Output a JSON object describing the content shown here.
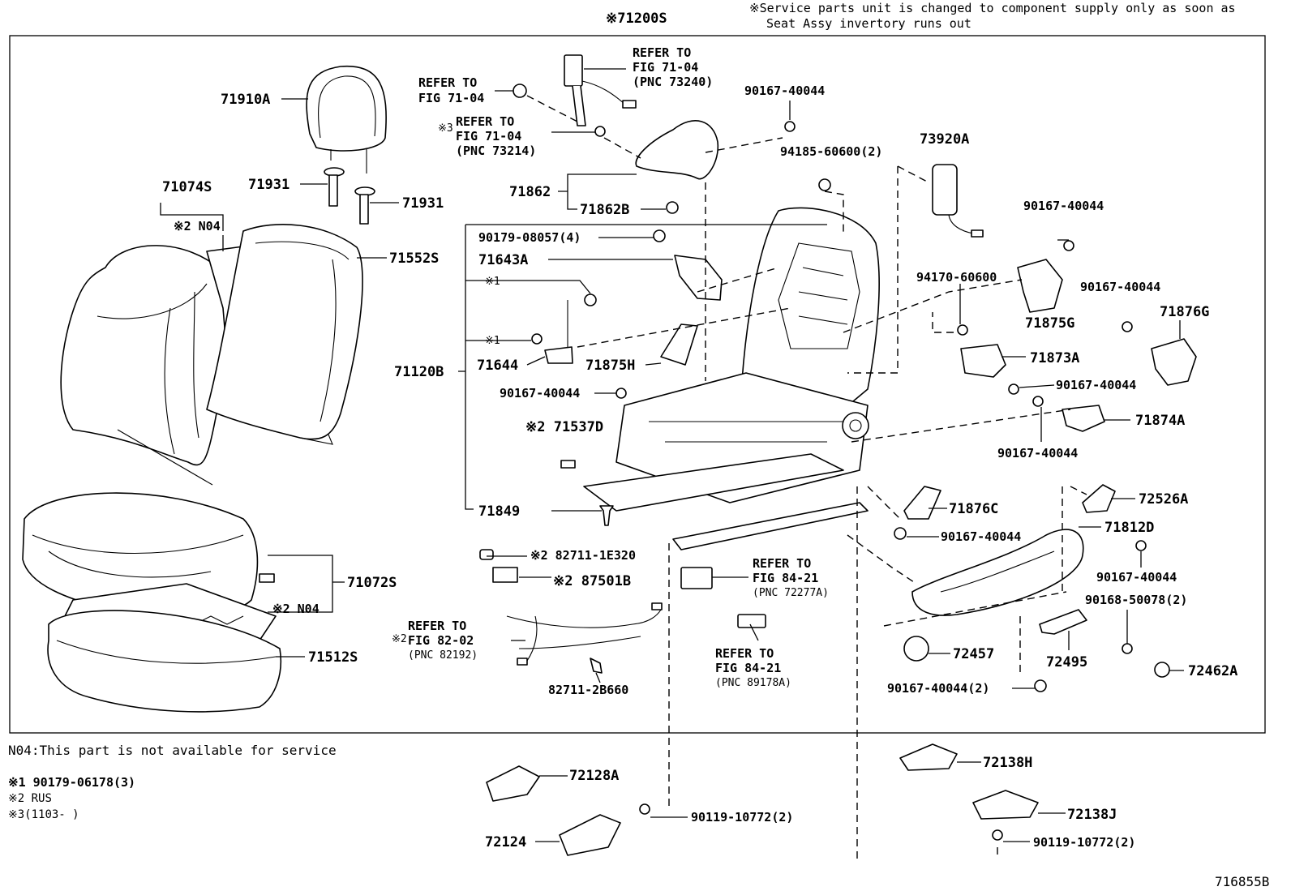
{
  "header": {
    "main_assy": "※71200S",
    "note_line1": "※Service parts unit is changed to component supply only as soon as",
    "note_line2": "Seat Assy invertory runs out"
  },
  "callouts": {
    "p71910A": "71910A",
    "p71931a": "71931",
    "p71931b": "71931",
    "p71074S": "71074S",
    "n04_top": "※2 N04",
    "p71552S": "71552S",
    "p71072S": "71072S",
    "n04_bottom": "※2 N04",
    "p71512S": "71512S",
    "ref_seatbelt_a1": "REFER TO",
    "ref_seatbelt_a2": "FIG 71-04",
    "ref_seatbelt_a3": "(PNC 73240)",
    "ref_nut_1": "REFER TO",
    "ref_nut_2": "FIG 71-04",
    "ref_bolt_mark": "※3",
    "ref_bolt_1": "REFER TO",
    "ref_bolt_2": "FIG 71-04",
    "ref_bolt_3": "(PNC 73214)",
    "p71862": "71862",
    "p71862B": "71862B",
    "p90179_08057": "90179-08057(4)",
    "p71643A": "71643A",
    "mark1a": "※1",
    "mark1b": "※1",
    "p71120B": "71120B",
    "p71644": "71644",
    "p71875H": "71875H",
    "p90167_a": "90167-40044",
    "p71537D": "※2 71537D",
    "p71849": "71849",
    "p90167_top": "90167-40044",
    "p94185": "94185-60600(2)",
    "p73920A": "73920A",
    "p90167_b": "90167-40044",
    "p94170": "94170-60600",
    "p90167_c": "90167-40044",
    "p71875G": "71875G",
    "p71876G": "71876G",
    "p71873A": "71873A",
    "p90167_d": "90167-40044",
    "p71874A": "71874A",
    "p90167_e": "90167-40044",
    "p71876C": "71876C",
    "p90167_f": "90167-40044",
    "p72526A": "72526A",
    "p71812D": "71812D",
    "p90167_g": "90167-40044",
    "p90168": "90168-50078(2)",
    "p72457": "72457",
    "p72495": "72495",
    "p72462A": "72462A",
    "p90167_h": "90167-40044(2)",
    "p82711_1e": "※2 82711-1E320",
    "p87501B": "※2 87501B",
    "ref_wire_1": "REFER TO",
    "ref_wire_2": "FIG 82-02",
    "ref_wire_3": "(PNC 82192)",
    "ref_wire_mark": "※2",
    "p82711_2b": "82711-2B660",
    "ref_a1": "REFER TO",
    "ref_a2": "FIG 84-21",
    "ref_a3": "(PNC 72277A)",
    "ref_b1": "REFER TO",
    "ref_b2": "FIG 84-21",
    "ref_b3": "(PNC 89178A)",
    "p72128A": "72128A",
    "p72124": "72124",
    "p90119_a": "90119-10772(2)",
    "p72138H": "72138H",
    "p72138J": "72138J",
    "p90119_b": "90119-10772(2)"
  },
  "footnotes": {
    "n04": "N04:This part is not available for service",
    "f1": "※1 90179-06178(3)",
    "f2": "※2 RUS",
    "f3": "※3(1103-    )"
  },
  "figure_id": "716855B"
}
